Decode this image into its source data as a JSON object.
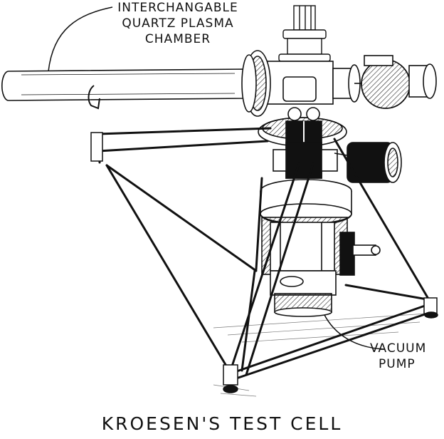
{
  "labels": {
    "plasma_chamber": [
      "INTERCHANGABLE",
      "QUARTZ PLASMA",
      "CHAMBER"
    ],
    "vacuum_pump": [
      "VACUUM",
      "PUMP"
    ]
  },
  "caption": "KROESEN'S TEST CELL"
}
